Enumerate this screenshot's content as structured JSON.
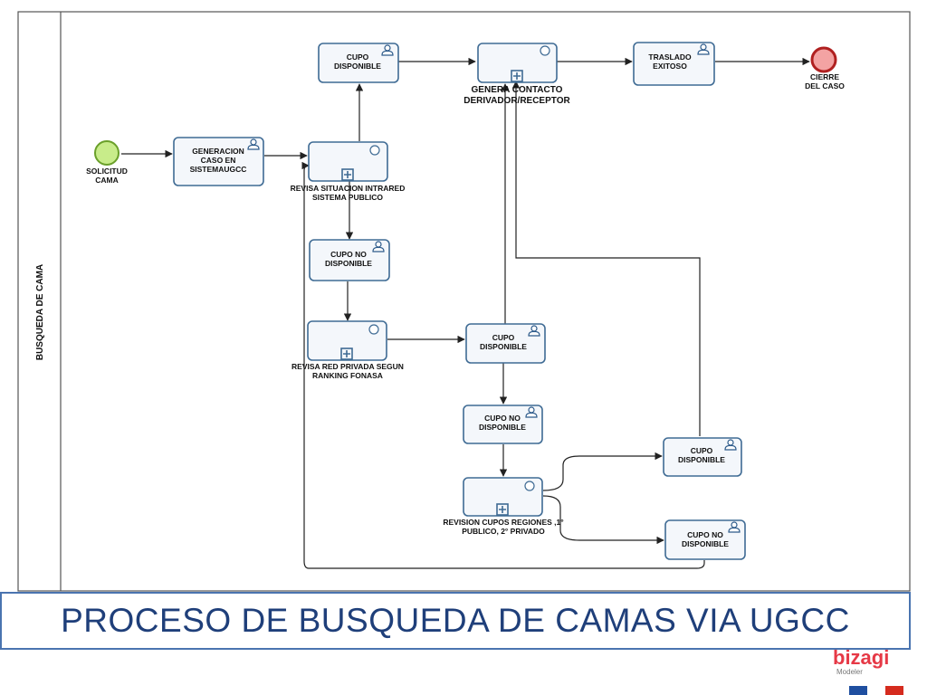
{
  "lane": {
    "label": "BUSQUEDA DE CAMA"
  },
  "events": {
    "start": {
      "label_lines": [
        "SOLICITUD",
        "CAMA"
      ],
      "color": "#c8ec8a",
      "stroke": "#6aa02a"
    },
    "end": {
      "label_lines": [
        "CIERRE",
        "DEL CASO"
      ],
      "color": "#f3a3a3",
      "stroke": "#b02020"
    }
  },
  "tasks": [
    {
      "id": "generacion",
      "lines": [
        "GENERACION",
        "CASO EN",
        "SISTEMAUGCC"
      ],
      "type": "user"
    },
    {
      "id": "cupo1",
      "lines": [
        "CUPO",
        "DISPONIBLE"
      ],
      "type": "user"
    },
    {
      "id": "revisa-intrared",
      "lines": [],
      "type": "subprocess",
      "caption_lines": [
        "REVISA SITUACION INTRARED",
        "SISTEMA PUBLICO"
      ]
    },
    {
      "id": "genera-contacto",
      "lines": [],
      "type": "subprocess",
      "caption_lines": [
        "GENERA CONTACTO",
        "DERIVADOR/RECEPTOR"
      ]
    },
    {
      "id": "traslado",
      "lines": [
        "TRASLADO",
        "EXITOSO"
      ],
      "type": "user"
    },
    {
      "id": "cupo-no1",
      "lines": [
        "CUPO NO",
        "DISPONIBLE"
      ],
      "type": "user"
    },
    {
      "id": "revisa-privada",
      "lines": [],
      "type": "subprocess",
      "caption_lines": [
        "REVISA RED PRIVADA SEGUN",
        "RANKING FONASA"
      ]
    },
    {
      "id": "cupo2",
      "lines": [
        "CUPO",
        "DISPONIBLE"
      ],
      "type": "user"
    },
    {
      "id": "cupo-no2",
      "lines": [
        "CUPO NO",
        "DISPONIBLE"
      ],
      "type": "user"
    },
    {
      "id": "revision-regiones",
      "lines": [],
      "type": "subprocess",
      "caption_lines": [
        "REVISION CUPOS REGIONES ,1°",
        "PUBLICO, 2° PRIVADO"
      ]
    },
    {
      "id": "cupo3",
      "lines": [
        "CUPO",
        "DISPONIBLE"
      ],
      "type": "user"
    },
    {
      "id": "cupo-no3",
      "lines": [
        "CUPO NO",
        "DISPONIBLE"
      ],
      "type": "user"
    }
  ],
  "title": "PROCESO DE BUSQUEDA DE CAMAS VIA UGCC",
  "logo": {
    "brand": "bizagi",
    "sub": "Modeler"
  },
  "flag_colors": [
    "#1f4fa0",
    "#ffffff",
    "#d52b1e"
  ]
}
